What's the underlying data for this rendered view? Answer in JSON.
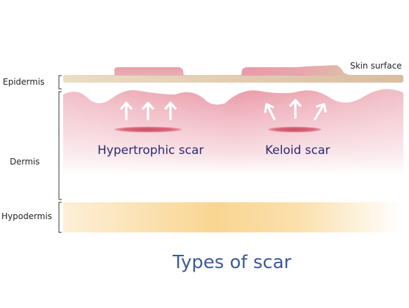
{
  "layers": {
    "epidermis": "Epidermis",
    "dermis": "Dermis",
    "hypodermis": "Hypodermis"
  },
  "skin_surface": "Skin surface",
  "scars": {
    "hypertrophic": "Hypertrophic scar",
    "keloid": "Keloid scar"
  },
  "title": "Types of scar",
  "colors": {
    "epidermis_tan": "#ddc2a4",
    "scar_pink": "#e79aa8",
    "dermis_pink": "#eaa0ad",
    "scar_core": "#d4566b",
    "hypodermis_yellow": "#f9d48e",
    "title_blue": "#3c5a9a",
    "label_navy": "#2d2a6e"
  },
  "icons": [
    "arrow-up-icon",
    "arrow-up-left-icon",
    "arrow-up-right-icon"
  ]
}
